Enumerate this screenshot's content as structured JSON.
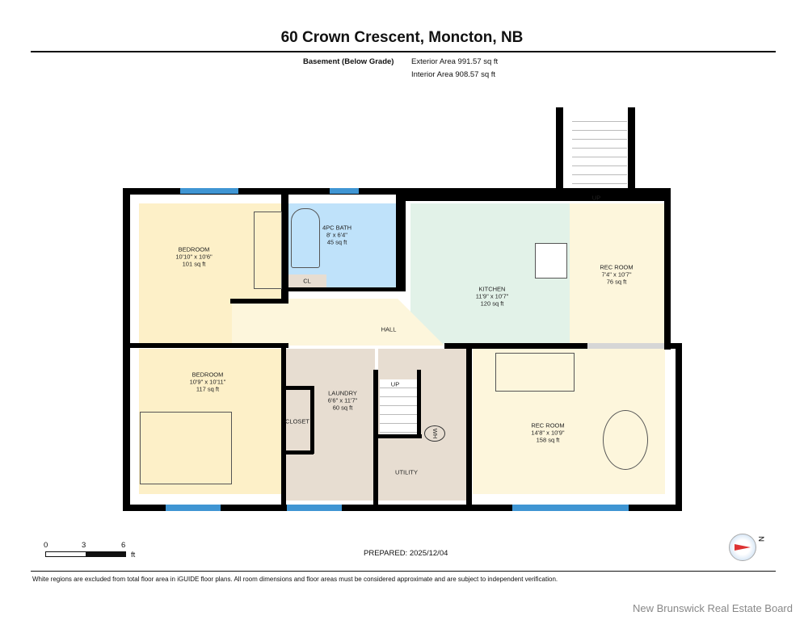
{
  "header": {
    "title": "60 Crown Crescent, Moncton, NB",
    "level": "Basement (Below Grade)",
    "exterior_area": "Exterior Area 991.57 sq ft",
    "interior_area": "Interior Area 908.57 sq ft"
  },
  "rooms": [
    {
      "name": "BEDROOM",
      "dims": "10'10\" x 10'6\"",
      "area": "101 sq ft"
    },
    {
      "name": "4PC BATH",
      "dims": "8' x 6'4\"",
      "area": "45 sq ft"
    },
    {
      "name": "KITCHEN",
      "dims": "11'9\" x 10'7\"",
      "area": "120 sq ft"
    },
    {
      "name": "REC ROOM",
      "dims": "7'4\" x 10'7\"",
      "area": "76 sq ft"
    },
    {
      "name": "BEDROOM",
      "dims": "10'9\" x 10'11\"",
      "area": "117 sq ft"
    },
    {
      "name": "LAUNDRY",
      "dims": "6'6\" x 11'7\"",
      "area": "60 sq ft"
    },
    {
      "name": "REC ROOM",
      "dims": "14'8\" x 10'9\"",
      "area": "158 sq ft"
    }
  ],
  "labels": {
    "hall": "HALL",
    "cl": "CL",
    "closet": "CLOSET",
    "utility": "UTILITY",
    "up1": "UP",
    "up2": "UP",
    "wh": "WH"
  },
  "scale": {
    "t0": "0",
    "t1": "3",
    "t2": "6",
    "unit": "ft"
  },
  "prepared": "PREPARED: 2025/12/04",
  "disclaimer": "White regions are excluded from total floor area in iGUIDE floor plans. All room dimensions and floor areas must be considered approximate and are subject to independent verification.",
  "watermark": "New Brunswick Real Estate Board",
  "compass": {
    "icon": "compass-icon",
    "label": "N"
  },
  "colors": {
    "bedroom": "#fdf0c8",
    "bath": "#bfe2fa",
    "kitchen": "#e2f2e8",
    "rec": "#fdf6dc",
    "laundry": "#e7ddd1",
    "window": "#3f95d3"
  }
}
